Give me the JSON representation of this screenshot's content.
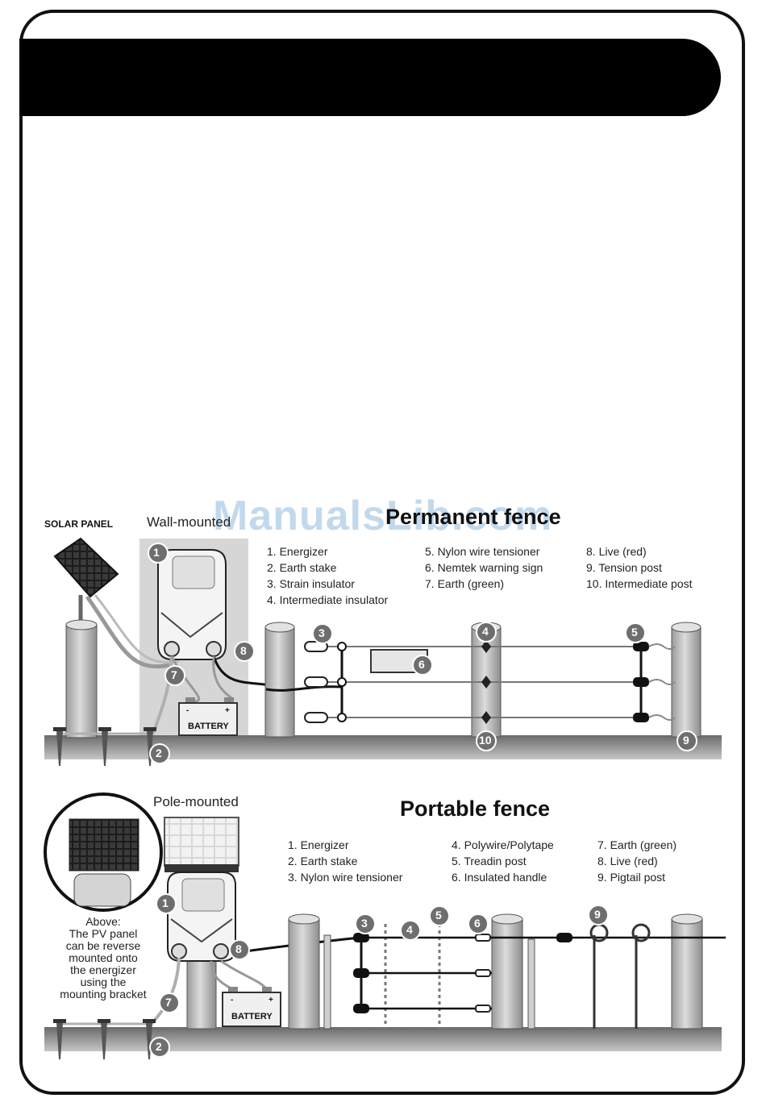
{
  "watermark": "ManualsLib.com",
  "permanent": {
    "title": "Permanent fence",
    "mount_label": "Wall-mounted",
    "solar_label": "SOLAR PANEL",
    "battery_label": "BATTERY",
    "battery_minus": "-",
    "battery_plus": "+",
    "legend_col1": [
      "1. Energizer",
      "2. Earth stake",
      "3. Strain insulator",
      "4. Intermediate insulator"
    ],
    "legend_col2": [
      "5. Nylon wire tensioner",
      "6. Nemtek warning sign",
      "7. Earth (green)"
    ],
    "legend_col3": [
      "8. Live (red)",
      "9. Tension post",
      "10. Intermediate post"
    ],
    "callouts": [
      "1",
      "2",
      "3",
      "4",
      "5",
      "6",
      "7",
      "8",
      "9",
      "10"
    ]
  },
  "portable": {
    "title": "Portable fence",
    "mount_label": "Pole-mounted",
    "battery_label": "BATTERY",
    "battery_minus": "-",
    "battery_plus": "+",
    "caption_lines": [
      "Above:",
      "The PV panel",
      "can be reverse",
      "mounted onto",
      "the energizer",
      "using the",
      "mounting bracket"
    ],
    "legend_col1": [
      "1. Energizer",
      "2. Earth stake",
      "3. Nylon wire tensioner"
    ],
    "legend_col2": [
      "4. Polywire/Polytape",
      "5. Treadin post",
      "6. Insulated handle"
    ],
    "legend_col3": [
      "7. Earth (green)",
      "8. Live (red)",
      "9. Pigtail post"
    ],
    "callouts": [
      "1",
      "2",
      "3",
      "4",
      "5",
      "6",
      "7",
      "8",
      "9"
    ]
  },
  "colors": {
    "callout_fill": "#6e6e6e",
    "ground": "#8a8a8a",
    "post": "#c8c8c8",
    "wire": "#1a1a1a",
    "earth_wire": "#b0b0b0"
  }
}
